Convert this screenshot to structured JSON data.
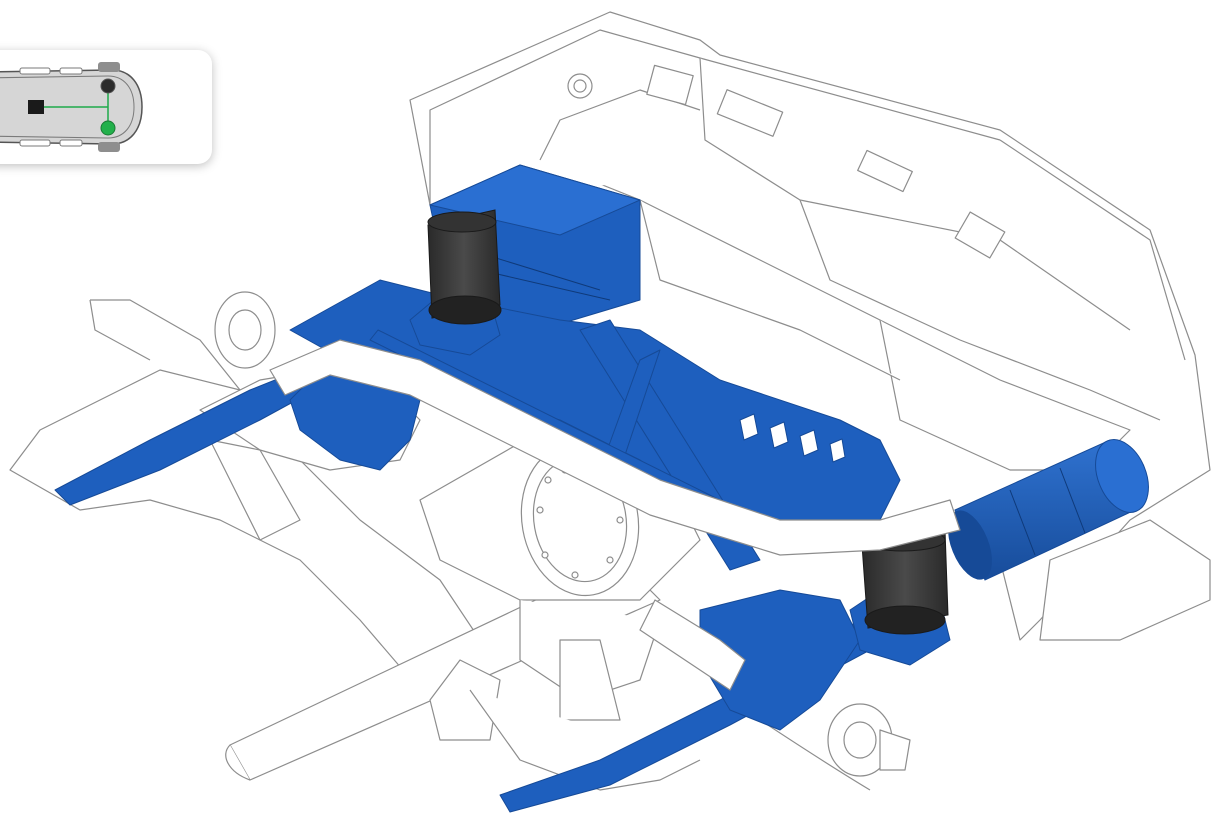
{
  "diagram": {
    "colors": {
      "highlight": "#1e5fbe",
      "highlight_dark": "#164a97",
      "outline": "#8d8d8d",
      "air_spring": "#3b3b3b",
      "air_spring_base": "#222222",
      "chassis_fill": "#ffffff",
      "inset_line": "#1faa4a",
      "inset_node_green": "#22b04b",
      "inset_node_dark": "#2b2b2b"
    },
    "components": [
      {
        "id": "frame-rail-left",
        "icon": "frame-rail"
      },
      {
        "id": "frame-rail-right",
        "icon": "frame-rail"
      },
      {
        "id": "rear-axle-housing",
        "icon": "axle"
      },
      {
        "id": "differential-cover",
        "icon": "differential"
      },
      {
        "id": "leaf-spring-left",
        "icon": "leaf-spring",
        "highlighted": true
      },
      {
        "id": "leaf-spring-right",
        "icon": "leaf-spring",
        "highlighted": true
      },
      {
        "id": "air-spring-left",
        "icon": "air-bag",
        "highlighted": true
      },
      {
        "id": "air-spring-right",
        "icon": "air-bag",
        "highlighted": true
      },
      {
        "id": "air-tank",
        "icon": "air-tank",
        "highlighted": true
      },
      {
        "id": "compressor-box",
        "icon": "compressor",
        "highlighted": true
      },
      {
        "id": "crossmember-bracket",
        "icon": "crossmember",
        "highlighted": true
      },
      {
        "id": "wheel-hub-left",
        "icon": "hub"
      },
      {
        "id": "wheel-hub-right",
        "icon": "hub"
      }
    ],
    "inset": {
      "icon": "vehicle-top-view",
      "nodes": [
        "compressor",
        "rear-left-air-spring",
        "rear-right-air-spring"
      ]
    }
  }
}
